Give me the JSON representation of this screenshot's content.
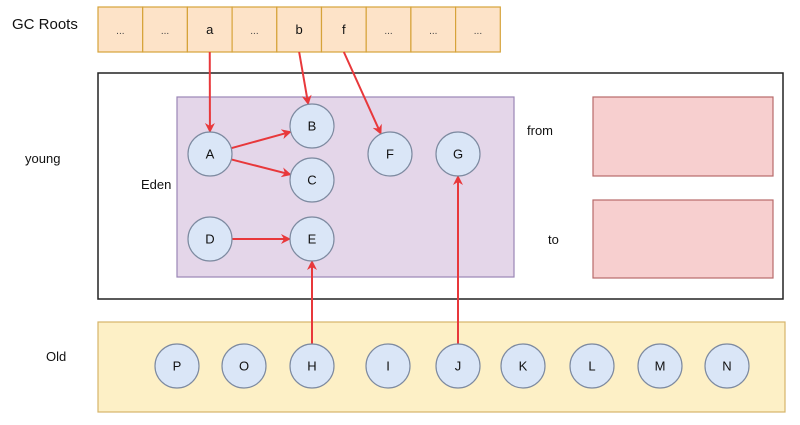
{
  "gc_roots": {
    "label": "GC Roots",
    "cells": [
      "...",
      "...",
      "a",
      "...",
      "b",
      "f",
      "...",
      "...",
      "..."
    ]
  },
  "young": {
    "label": "young",
    "eden": {
      "label": "Eden",
      "nodes": [
        "A",
        "B",
        "C",
        "D",
        "E",
        "F",
        "G"
      ]
    },
    "survivor_from": {
      "label": "from"
    },
    "survivor_to": {
      "label": "to"
    }
  },
  "old": {
    "label": "Old",
    "nodes": [
      "P",
      "O",
      "H",
      "I",
      "J",
      "K",
      "L",
      "M",
      "N"
    ]
  },
  "references": [
    {
      "from": "a",
      "to": "A"
    },
    {
      "from": "b",
      "to": "B"
    },
    {
      "from": "f",
      "to": "F"
    },
    {
      "from": "A",
      "to": "B"
    },
    {
      "from": "A",
      "to": "C"
    },
    {
      "from": "D",
      "to": "E"
    },
    {
      "from": "H",
      "to": "E"
    },
    {
      "from": "J",
      "to": "G"
    }
  ],
  "colors": {
    "root_fill": "#fde3c8",
    "root_stroke": "#d6a33a",
    "eden_fill": "#e4d6e9",
    "eden_stroke": "#9a86b6",
    "survivor_fill": "#f7cfcf",
    "survivor_stroke": "#b86a6a",
    "old_fill": "#fdf0c6",
    "old_stroke": "#d6b46a",
    "node_fill": "#dae6f7",
    "node_stroke": "#7d8aa0",
    "arrow": "#e8383b"
  }
}
